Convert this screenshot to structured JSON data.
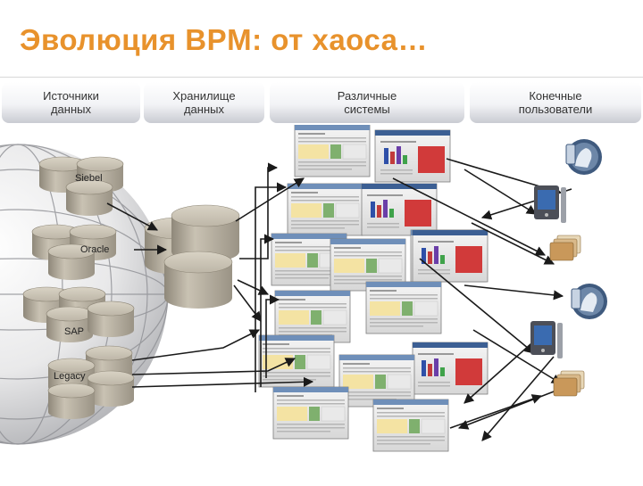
{
  "title": "Эволюция BPM: от хаоса…",
  "columns": [
    {
      "label": "Источники\nданных"
    },
    {
      "label": "Хранилище\nданных"
    },
    {
      "label": "Различные\nсистемы"
    },
    {
      "label": "Конечные\nпользователи"
    }
  ],
  "sources": [
    "Siebel",
    "Oracle",
    "SAP",
    "Legacy"
  ],
  "colors": {
    "title": "#e8922c",
    "cylinder": "#b5ae9f",
    "arrow": "#1a1a1a",
    "header_shadow": "#c9cbd2"
  },
  "icons": [
    "globe-icon",
    "database-cylinder-icon",
    "report-screenshot-icon",
    "user-headset-icon",
    "pda-device-icon",
    "document-stack-icon"
  ]
}
